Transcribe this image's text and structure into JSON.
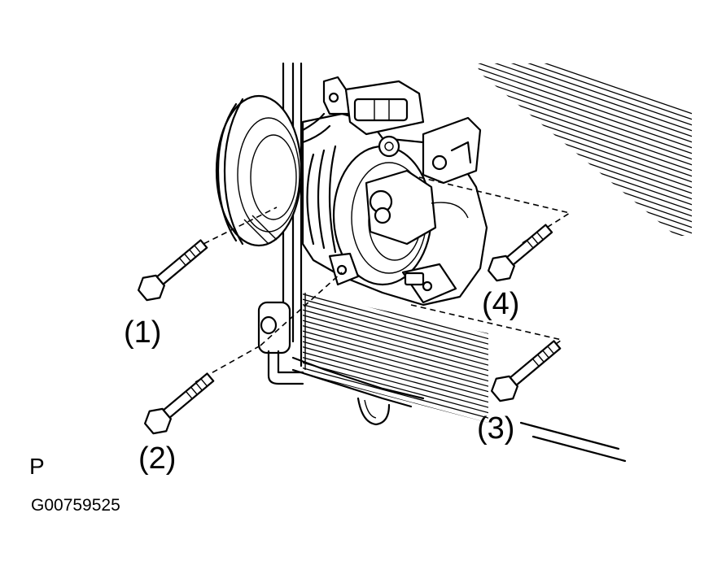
{
  "callouts": {
    "bolt_1": "(1)",
    "bolt_2": "(2)",
    "bolt_3": "(3)",
    "bolt_4": "(4)"
  },
  "view_letter": "P",
  "figure_code": "G00759525"
}
